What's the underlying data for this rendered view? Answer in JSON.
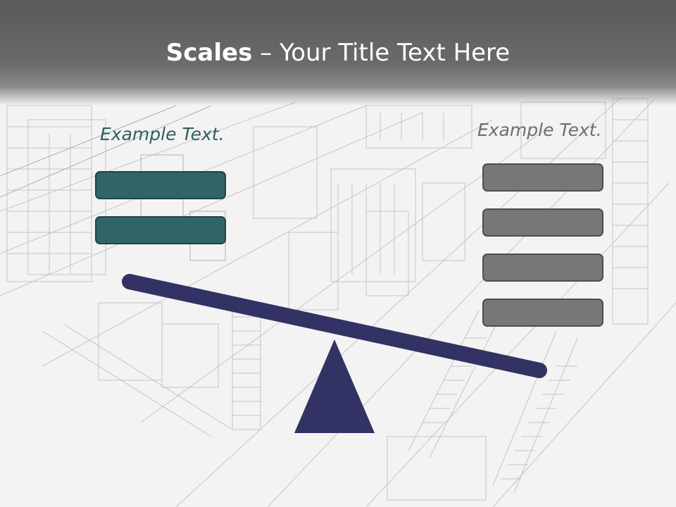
{
  "slide": {
    "title_bold": "Scales",
    "title_rest": " – Your Title Text Here",
    "left_label": "Example Text.",
    "right_label": "Example Text.",
    "left_box_count": 2,
    "right_box_count": 4,
    "colors": {
      "header": "#5a5a5a",
      "teal_box": "#316565",
      "gray_box": "#777777",
      "beam": "#323264",
      "fulcrum": "#323264"
    }
  }
}
